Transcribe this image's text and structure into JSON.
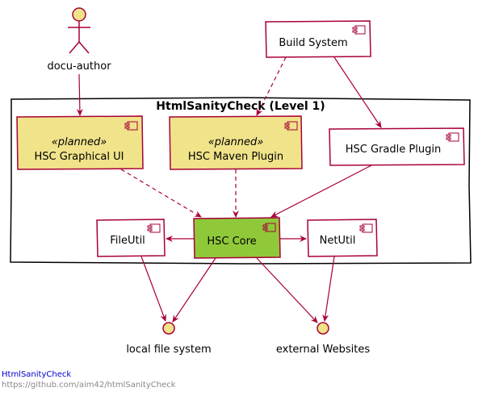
{
  "colors": {
    "border": "#a80036",
    "planned_fill": "#f0e38a",
    "core_fill": "#8fc93a",
    "default_fill": "#ffffff",
    "arrow": "#a80036",
    "footer_link": "#0000cc",
    "footer_url": "#888888"
  },
  "actor": {
    "label": "docu-author"
  },
  "package": {
    "title": "HtmlSanityCheck (Level 1)"
  },
  "components": {
    "build_system": {
      "label": "Build System"
    },
    "graphical_ui": {
      "stereotype": "«planned»",
      "label": "HSC Graphical UI"
    },
    "maven_plugin": {
      "stereotype": "«planned»",
      "label": "HSC Maven Plugin"
    },
    "gradle_plugin": {
      "label": "HSC Gradle Plugin"
    },
    "file_util": {
      "label": "FileUtil"
    },
    "core": {
      "label": "HSC Core"
    },
    "net_util": {
      "label": "NetUtil"
    }
  },
  "interfaces": {
    "local_fs": {
      "label": "local file system"
    },
    "external": {
      "label": "external Websites"
    }
  },
  "footer": {
    "title": "HtmlSanityCheck",
    "url": "https://github.com/aim42/htmlSanityCheck"
  }
}
